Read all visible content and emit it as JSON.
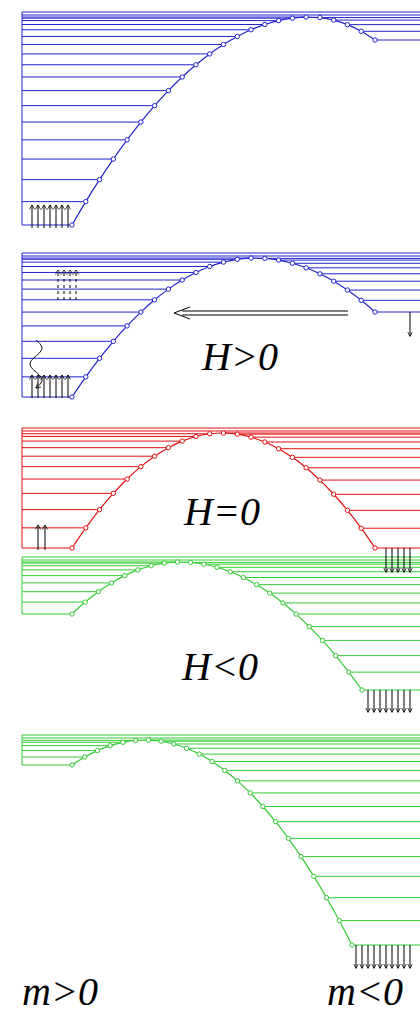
{
  "diagram": {
    "labels": [
      "H>0",
      "H=0",
      "H<0",
      "m>0",
      "m<0"
    ]
  }
}
